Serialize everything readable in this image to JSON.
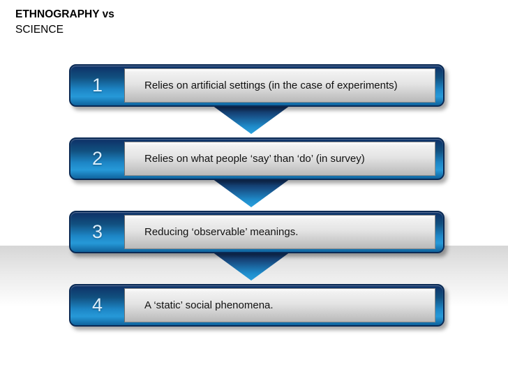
{
  "slide": {
    "title_line1": "ETHNOGRAPHY vs",
    "title_line2": "SCIENCE"
  },
  "steps": [
    {
      "number": "1",
      "text": "Relies on artificial settings (in the case of experiments)"
    },
    {
      "number": "2",
      "text": "Relies on what people ‘say’ than ‘do’ (in survey)"
    },
    {
      "number": "3",
      "text": "Reducing ‘observable’ meanings."
    },
    {
      "number": "4",
      "text": "A ‘static’ social phenomena."
    }
  ],
  "colors": {
    "bar_border_navy": "#0a2a55",
    "bar_blue_bright": "#2699d8",
    "panel_gray_bottom": "#b9b9b9",
    "number_text": "#dceefb",
    "floor_gray": "#d6d6d6",
    "title_text": "#000000"
  }
}
